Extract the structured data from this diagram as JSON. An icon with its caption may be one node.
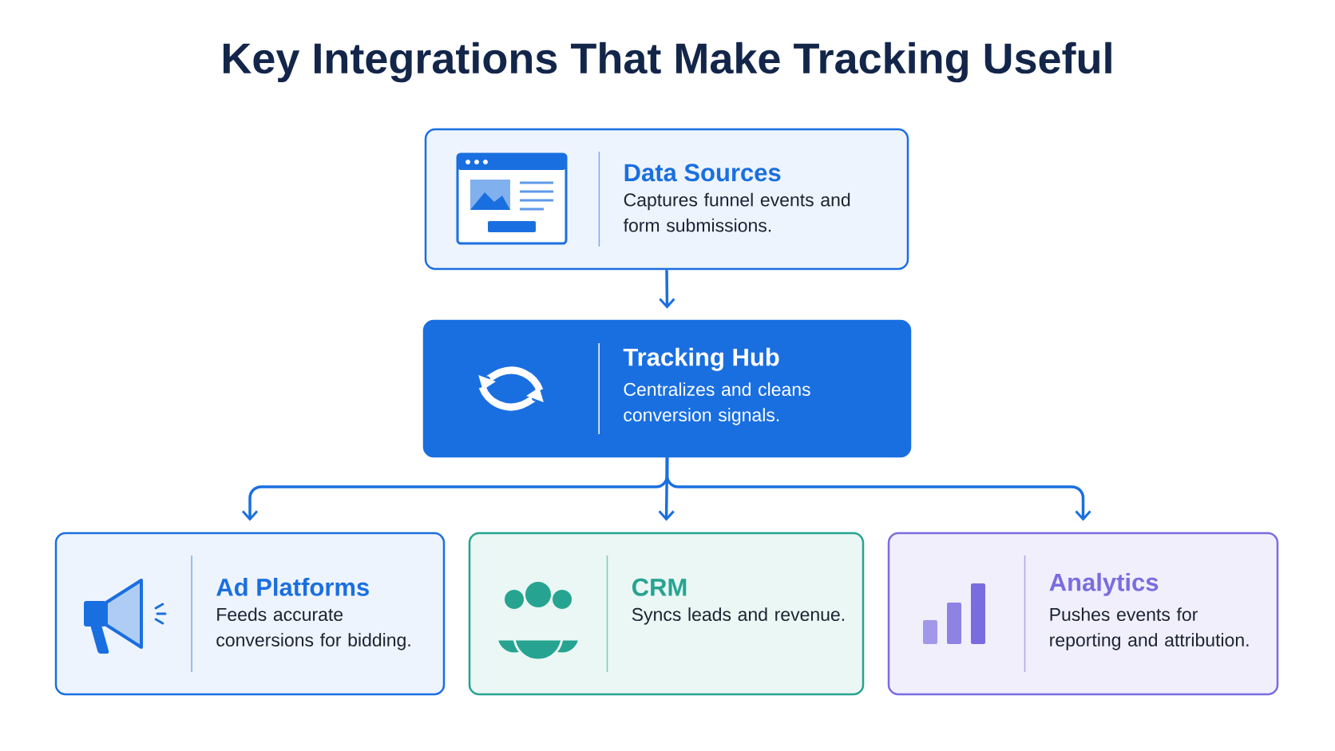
{
  "diagram": {
    "title": "Key Integrations That Make Tracking Useful",
    "nodes": [
      {
        "text": [
          "Data Sources",
          "Captures funnel events and form submissions."
        ]
      },
      {
        "text": [
          "Tracking Hub",
          "Centralizes and cleans conversion signals."
        ]
      },
      {
        "text": [
          "Ad Platforms",
          "Feeds accurate conversions for bidding."
        ]
      },
      {
        "text": [
          "CRM",
          "Syncs leads and revenue."
        ]
      },
      {
        "text": [
          "Analytics",
          "Pushes events for reporting and attribution."
        ]
      }
    ],
    "edges": [
      {
        "from": 0,
        "to": 1,
        "arrow": "to"
      },
      {
        "from": 1,
        "to": 2,
        "arrow": "to"
      },
      {
        "from": 1,
        "to": 3,
        "arrow": "to"
      },
      {
        "from": 1,
        "to": 4,
        "arrow": "to"
      }
    ]
  }
}
